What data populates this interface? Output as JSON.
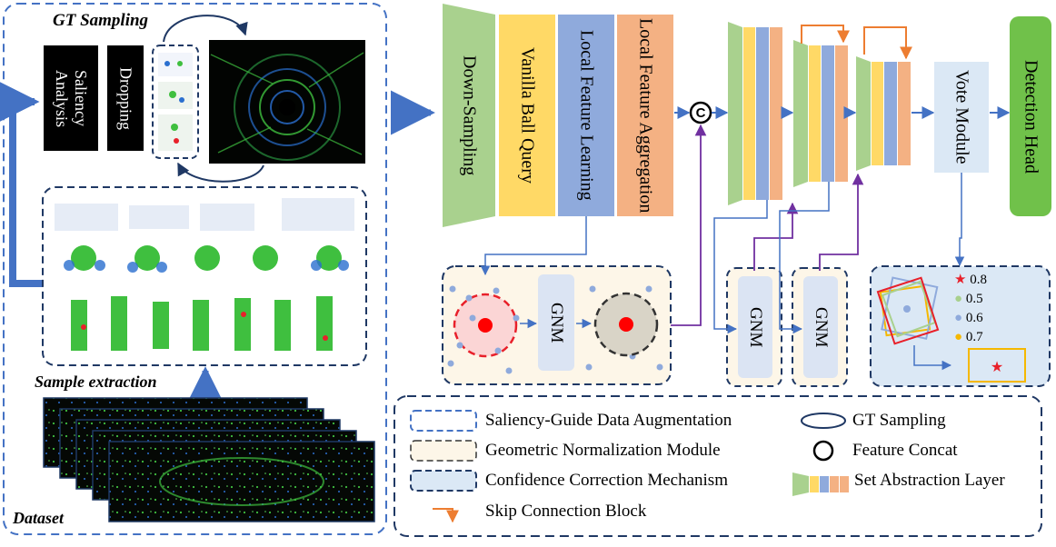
{
  "left_panel": {
    "gt_sampling_title": "GT Sampling",
    "saliency_box": "Saliency Analysis",
    "dropping_box": "Dropping",
    "sample_extraction": "Sample extraction",
    "dataset": "Dataset"
  },
  "pipeline": {
    "down_sampling": "Down-Sampling",
    "vanilla_ball_query": "Vanilla Ball Query",
    "local_feature_learning": "Local Feature Learning",
    "local_feature_aggregation": "Local Feature Aggregation",
    "concat_symbol": "C",
    "vote_module": "Vote Module",
    "detection_head": "Detection Head",
    "gnm_label": "GNM"
  },
  "confidence": {
    "items": [
      {
        "symbol": "star",
        "value": "0.8",
        "color": "#e8202a"
      },
      {
        "symbol": "circle",
        "value": "0.5",
        "color": "#a8d08d"
      },
      {
        "symbol": "circle",
        "value": "0.6",
        "color": "#8faadc"
      },
      {
        "symbol": "circle",
        "value": "0.7",
        "color": "#f5b800"
      }
    ]
  },
  "legend": {
    "saliency_guide": "Saliency-Guide Data Augmentation",
    "gt_sampling": "GT Sampling",
    "gnm": "Geometric Normalization Module",
    "feature_concat": "Feature Concat",
    "confidence_correction": "Confidence Correction Mechanism",
    "set_abstraction": "Set Abstraction Layer",
    "skip_connection": "Skip Connection Block"
  },
  "colors": {
    "green": "#a9d18e",
    "yellow": "#ffd966",
    "blue": "#8faadc",
    "peach": "#f4b183",
    "gray": "#d9d9d9",
    "gnm_bg": "#fdf6e8",
    "vote_bg": "#dbe8f5",
    "detection": "#70c14a",
    "arrow_blue": "#4472c4",
    "skip_orange": "#ed7d31",
    "purple": "#7030a0"
  }
}
